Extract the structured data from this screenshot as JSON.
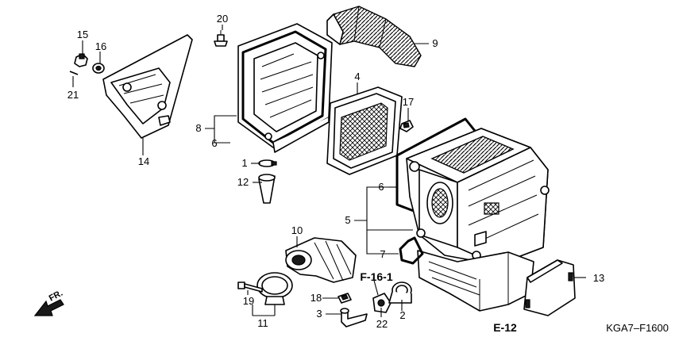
{
  "direction_label": "FR.",
  "reference_labels": [
    "F-16-1",
    "E-12"
  ],
  "diagram_code": "KGA7–F1600",
  "callouts": [
    "20",
    "9",
    "15",
    "16",
    "21",
    "4",
    "17",
    "8",
    "6",
    "14",
    "1",
    "12",
    "6",
    "5",
    "7",
    "10",
    "13",
    "18",
    "3",
    "22",
    "2",
    "19",
    "11"
  ]
}
